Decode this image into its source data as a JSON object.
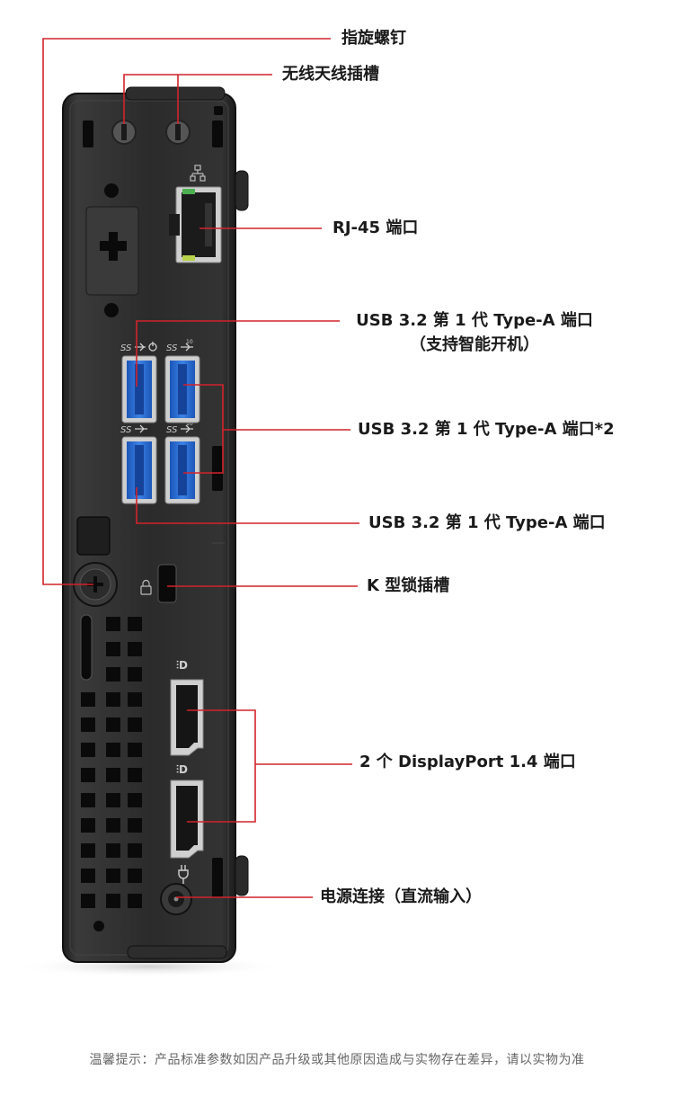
{
  "labels": {
    "thumbscrew": "指旋螺钉",
    "antenna_slot": "无线天线插槽",
    "rj45": "RJ-45 端口",
    "usb_poweron_line1": "USB 3.2 第 1 代 Type-A 端口",
    "usb_poweron_line2": "（支持智能开机）",
    "usb_x2": "USB 3.2 第 1 代 Type-A 端口*2",
    "usb_single": "USB 3.2 第 1 代 Type-A 端口",
    "k_lock": "K 型锁插槽",
    "displayport": "2 个 DisplayPort 1.4 端口",
    "power": "电源连接（直流输入）"
  },
  "footer_note": "温馨提示：产品标准参数如因产品升级或其他原因造成与实物存在差异，请以实物为准",
  "colors": {
    "callout_line": "#d2232a",
    "chassis": "#2b2b2b",
    "port_blue": "#2c6fd6"
  },
  "icons": {
    "usb_superspeed": "ss-usb-icon",
    "usb_power": "power-icon",
    "network": "network-icon",
    "displayport": "displayport-icon",
    "lock": "lock-icon",
    "power_plug": "plug-icon"
  }
}
